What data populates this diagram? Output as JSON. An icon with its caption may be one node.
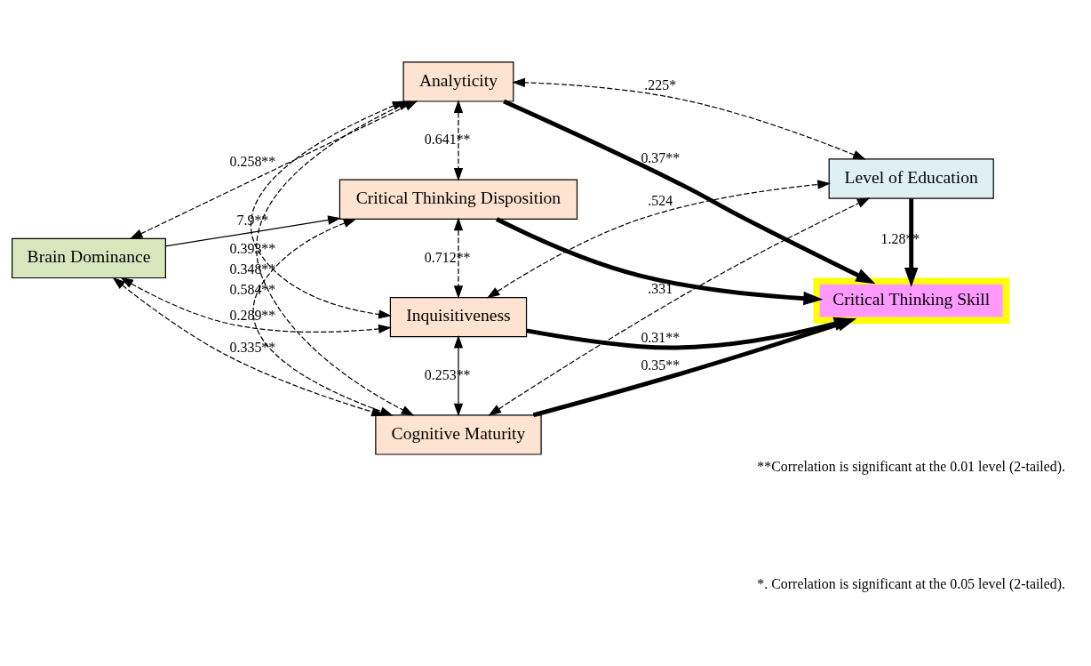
{
  "diagram": {
    "nodes": [
      {
        "text": [
          "Analyticity"
        ]
      },
      {
        "text": [
          "Brain Dominance"
        ]
      },
      {
        "text": [
          "Critical Thinking Disposition"
        ]
      },
      {
        "text": [
          "Inquisitiveness"
        ]
      },
      {
        "text": [
          "Cognitive Maturity"
        ]
      },
      {
        "text": [
          "Critical Thinking Skill"
        ]
      },
      {
        "text": [
          "Level of Education"
        ]
      }
    ],
    "edges": [
      {
        "from": 0,
        "to": 5,
        "arrow": "to",
        "label": "0.37**",
        "style": "thick"
      },
      {
        "from": 2,
        "to": 5,
        "arrow": "to",
        "style": "thick"
      },
      {
        "from": 3,
        "to": 5,
        "arrow": "to",
        "label": "0.31**",
        "style": "thick"
      },
      {
        "from": 4,
        "to": 5,
        "arrow": "to",
        "label": "0.35**",
        "style": "thick"
      },
      {
        "from": 6,
        "to": 5,
        "arrow": "to",
        "label": "1.28**",
        "style": "thick"
      },
      {
        "from": 1,
        "to": 2,
        "arrow": "to",
        "label": "7.9**"
      },
      {
        "from": 1,
        "to": 0,
        "arrow": "both",
        "label": "0.258**",
        "style": "dashed"
      },
      {
        "from": 0,
        "to": 2,
        "arrow": "both",
        "label": "0.641**",
        "style": "dashed"
      },
      {
        "from": 2,
        "to": 3,
        "arrow": "both",
        "label": "0.712**",
        "style": "dashed"
      },
      {
        "from": 3,
        "to": 4,
        "arrow": "both",
        "label": "0.253**"
      },
      {
        "from": 1,
        "to": 3,
        "arrow": "both",
        "label": "0.289**",
        "style": "dashed"
      },
      {
        "from": 1,
        "to": 4,
        "arrow": "both",
        "label": "0.335**",
        "style": "dashed"
      },
      {
        "from": 6,
        "to": 0,
        "arrow": "both",
        "label": ".225*",
        "style": "dashed"
      },
      {
        "from": 0,
        "to": 3,
        "arrow": "both",
        "label": "0.393**",
        "style": "dashed"
      },
      {
        "from": 0,
        "to": 4,
        "arrow": "both",
        "label": "0.348**",
        "style": "dashed"
      },
      {
        "from": 2,
        "to": 4,
        "arrow": "both",
        "label": "0.584**",
        "style": "dashed"
      },
      {
        "from": 3,
        "to": 6,
        "arrow": "both",
        "label": ".524",
        "style": "dashed"
      },
      {
        "from": 4,
        "to": 6,
        "arrow": "both",
        "label": ".331",
        "style": "dashed"
      }
    ],
    "labels": [
      "**Correlation is significant at the 0.01 level (2-tailed).",
      "*. Correlation is significant at the 0.05 level (2-tailed)."
    ]
  }
}
